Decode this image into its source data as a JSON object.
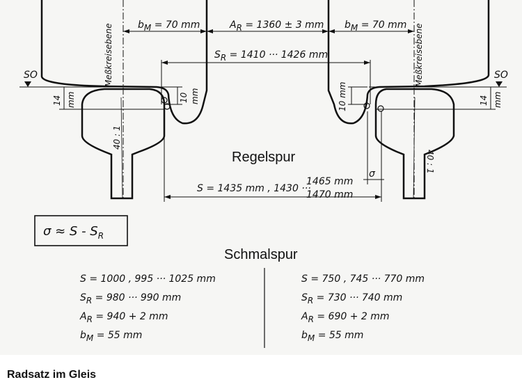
{
  "diagram": {
    "dim_bm_left": "b",
    "dim_bm_left_sub": "M",
    "dim_bm_left_val": " = 70 mm",
    "dim_ar": "A",
    "dim_ar_sub": "R",
    "dim_ar_val": " = 1360 ± 3 mm",
    "dim_bm_right": "b",
    "dim_bm_right_sub": "M",
    "dim_bm_right_val": " = 70 mm",
    "dim_sr": "S",
    "dim_sr_sub": "R",
    "dim_sr_val": " = 1410 ··· 1426 mm",
    "messkreisebene_left": "Meßkreisebene",
    "messkreisebene_right": "Meßkreisebene",
    "so_left": "SO",
    "so_right": "SO",
    "dim_14_left": "14",
    "dim_14_right": "14",
    "unit_mm": "mm",
    "dim_10_left": "10",
    "dim_10_right": "10 mm",
    "incline_left": "40 : 1",
    "incline_right": "40 : 1",
    "regelspur_label": "Regelspur",
    "sigma_symbol": "σ",
    "s_main": "S = 1435  mm ,   1430 ···",
    "s_upper": "1465  mm",
    "s_lower": "1470  mm",
    "formula": "σ ≈ S - S",
    "formula_sub": "R",
    "schmalspur_label": "Schmalspur",
    "schmal_left": [
      {
        "sym": "S",
        "sub": "",
        "val": " =  1000     ,  995 ··· 1025 mm"
      },
      {
        "sym": "S",
        "sub": "R",
        "val": " = 980 ··· 990 mm"
      },
      {
        "sym": "A",
        "sub": "R",
        "val": " = 940 + 2 mm"
      },
      {
        "sym": "b",
        "sub": "M",
        "val": " = 55 mm"
      }
    ],
    "schmal_right": [
      {
        "sym": "S",
        "sub": "",
        "val": " =  750     ,  745 ··· 770 mm"
      },
      {
        "sym": "S",
        "sub": "R",
        "val": " = 730 ··· 740 mm"
      },
      {
        "sym": "A",
        "sub": "R",
        "val": " = 690 + 2 mm"
      },
      {
        "sym": "b",
        "sub": "M",
        "val": " = 55 mm"
      }
    ]
  },
  "caption": "Radsatz im Gleis"
}
